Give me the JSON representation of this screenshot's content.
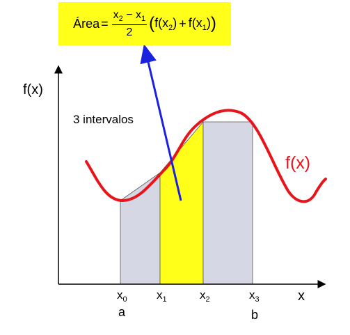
{
  "formula": {
    "lhs": "Área",
    "equals": "=",
    "numerator": {
      "a": "x",
      "a_sub": "2",
      "op": "−",
      "b": "x",
      "b_sub": "1"
    },
    "denominator": "2",
    "paren_open": "(",
    "paren_close": ")",
    "term1": {
      "fn": "f(x",
      "sub": "2",
      "close": ")"
    },
    "plus": "+",
    "term2": {
      "fn": "f(x",
      "sub": "1",
      "close": ")"
    }
  },
  "labels": {
    "y_axis": "f(x)",
    "x_axis": "x",
    "intervals": "3 intervalos",
    "curve": "f(x)",
    "x0": {
      "base": "x",
      "sub": "0"
    },
    "x1": {
      "base": "x",
      "sub": "1"
    },
    "x2": {
      "base": "x",
      "sub": "2"
    },
    "x3": {
      "base": "x",
      "sub": "3"
    },
    "a": "a",
    "b": "b"
  },
  "colors": {
    "curve": "#e8141b",
    "highlight": "#ffff1a",
    "trapezoid": "#d6d7e4",
    "arrow": "#1a22e0",
    "axis": "#000000"
  }
}
